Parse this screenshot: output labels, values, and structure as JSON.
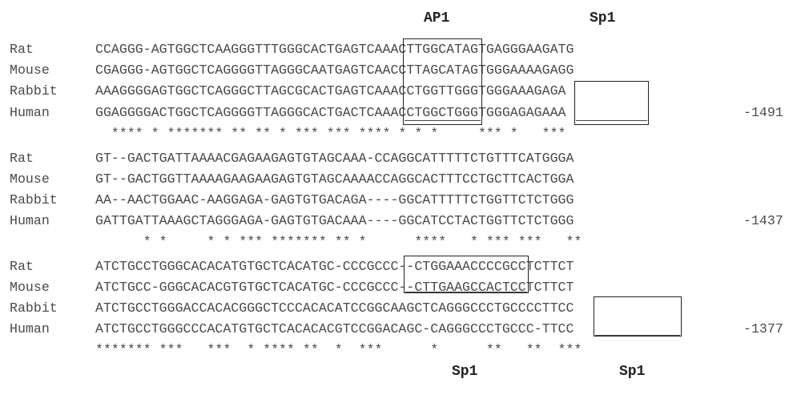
{
  "labels": {
    "top": [
      "AP1",
      "Sp1"
    ],
    "bottom": [
      "Sp1",
      "Sp1"
    ]
  },
  "blocks": [
    {
      "rows": [
        {
          "species": "Rat",
          "sequence": "CCAGGG-AGTGGCTCAAGGGTTTGGGCACTGAGTCAAACTTGGCATAGTGAGGGAAGATG",
          "position": ""
        },
        {
          "species": "Mouse",
          "sequence": "CGAGGG-AGTGGCTCAGGGGTTAGGGCAATGAGTCAACCTTAGCATAGTGGGAAAAGAGG",
          "position": ""
        },
        {
          "species": "Rabbit",
          "sequence": "AAAGGGGAGTGGCTCAGGGCTTAGCGCACTGAGTCAAACCTGGTTGGGTGGGAAAGAGA",
          "position": ""
        },
        {
          "species": "Human",
          "sequence": "GGAGGGGACTGGCTCAGGGGTTAGGGCACTGACTCAAACCTGGCTGGGTGGGAGAGAAA",
          "position": "-1491"
        }
      ],
      "consensus": "  **** * ******* ** ** * *** *** **** * * *     *** *   ***"
    },
    {
      "rows": [
        {
          "species": "Rat",
          "sequence": "GT--GACTGATTAAAACGAGAAGAGTGTAGCAAA-CCAGGCATTTTTCTGTTTCATGGGA",
          "position": ""
        },
        {
          "species": "Mouse",
          "sequence": "GT--GACTGGTTAAAAGAAGAAGAGTGTAGCAAAACCAGGCACTTTCCTGCTTCACTGGA",
          "position": ""
        },
        {
          "species": "Rabbit",
          "sequence": "AA--AACTGGAAC-AAGGAGA-GAGTGTGACAGA----GGCATTTTTCTGGTTCTCTGGG",
          "position": ""
        },
        {
          "species": "Human",
          "sequence": "GATTGATTAAAGCTAGGGAGA-GAGTGTGACAAA----GGCATCCTACTGGTTCTCTGGG",
          "position": "-1437"
        }
      ],
      "consensus": "      * *     * * *** ******* ** *      ****   * *** ***   **"
    },
    {
      "rows": [
        {
          "species": "Rat",
          "sequence": "ATCTGCCTGGGCACACATGTGCTCACATGC-CCCGCCC--CTGGAAACCCCGCCTCTTCT",
          "position": ""
        },
        {
          "species": "Mouse",
          "sequence": "ATCTGCC-GGGCACACGTGTGCTCACATGC-CCCGCCC--CTTGAAGCCACTCCTCTTCT",
          "position": ""
        },
        {
          "species": "Rabbit",
          "sequence": "ATCTGCCTGGGACCACACGGGCTCCCACACATCCGGCAAGCTCAGGGCCCTGCCCCTTCC",
          "position": ""
        },
        {
          "species": "Human",
          "sequence": "ATCTGCCTGGGCCCACATGTGCTCACACACGTCCGGACAGC-CAGGGCCCTGCCC-TTCC",
          "position": "-1377"
        }
      ],
      "consensus": "******* ***   ***  * **** **  *  ***      *      **   **  ***"
    }
  ]
}
